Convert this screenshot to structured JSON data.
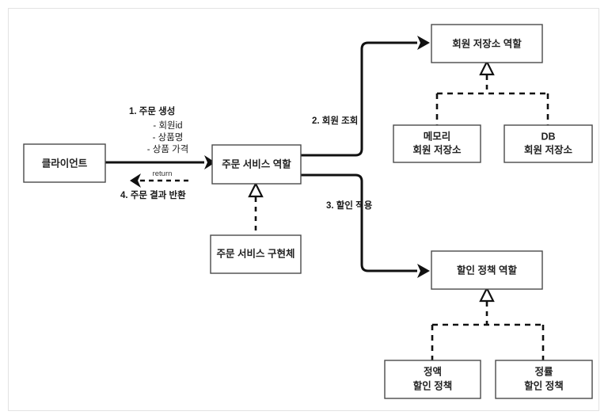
{
  "diagram": {
    "type": "uml-role-collaboration-diagram",
    "title": "",
    "nodes": [
      {
        "id": "client",
        "label": "클라이언트",
        "lines": [
          "클라이언트"
        ],
        "kind": "role-box"
      },
      {
        "id": "order-service-role",
        "label": "주문 서비스 역할",
        "lines": [
          "주문 서비스 역할"
        ],
        "kind": "role-box"
      },
      {
        "id": "order-service-impl",
        "label": "주문 서비스 구현체",
        "lines": [
          "주문 서비스 구현체"
        ],
        "kind": "impl-box"
      },
      {
        "id": "member-repository-role",
        "label": "회원 저장소 역할",
        "lines": [
          "회원 저장소 역할"
        ],
        "kind": "role-box"
      },
      {
        "id": "memory-member-repository",
        "label": "메모리 회원 저장소",
        "lines": [
          "메모리",
          "회원 저장소"
        ],
        "kind": "impl-box"
      },
      {
        "id": "db-member-repository",
        "label": "DB 회원 저장소",
        "lines": [
          "DB",
          "회원 저장소"
        ],
        "kind": "impl-box"
      },
      {
        "id": "discount-policy-role",
        "label": "할인 정책 역할",
        "lines": [
          "할인 정책 역할"
        ],
        "kind": "role-box"
      },
      {
        "id": "fix-discount-policy",
        "label": "정액 할인 정책",
        "lines": [
          "정액",
          "할인 정책"
        ],
        "kind": "impl-box"
      },
      {
        "id": "rate-discount-policy",
        "label": "정률 할인 정책",
        "lines": [
          "정률",
          "할인 정책"
        ],
        "kind": "impl-box"
      }
    ],
    "steps": [
      {
        "id": "step-1",
        "label": "1. 주문 생성",
        "from": "client",
        "to": "order-service-role"
      },
      {
        "id": "step-2",
        "label": "2. 회원 조회",
        "from": "order-service-role",
        "to": "member-repository-role"
      },
      {
        "id": "step-3",
        "label": "3. 할인 적용",
        "from": "order-service-role",
        "to": "discount-policy-role"
      },
      {
        "id": "step-4",
        "label": "4. 주문 결과 반환",
        "from": "order-service-role",
        "to": "client"
      }
    ],
    "parameters": [
      "- 회원id",
      "- 상품명",
      "- 상품 가격"
    ],
    "return_label": "return",
    "colors": {
      "background": "#ffffff",
      "frame_border": "#e2e2e2",
      "box_border": "#4a4a4a",
      "line": "#111111",
      "text": "#1a1a1a"
    }
  }
}
